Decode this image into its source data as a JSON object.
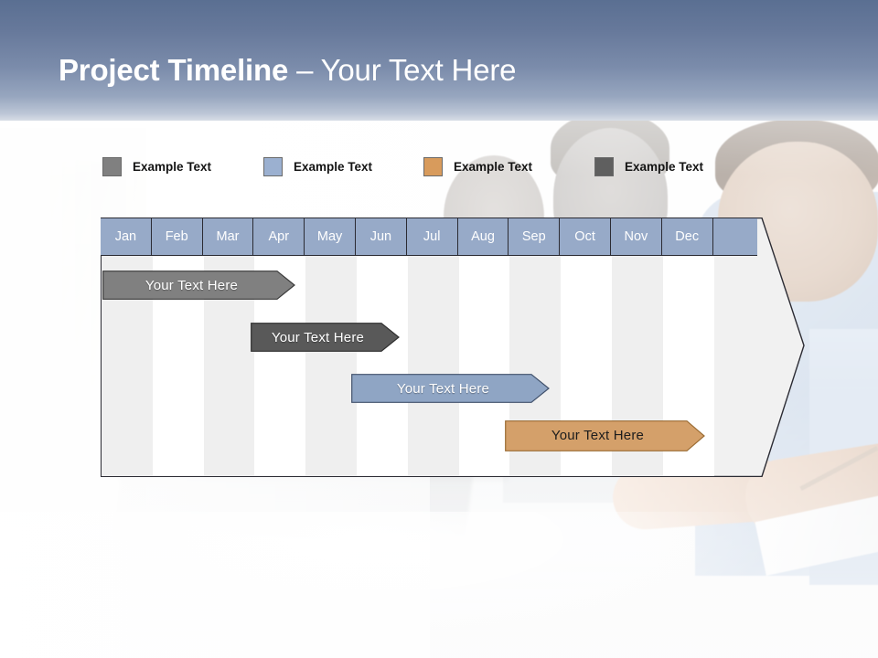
{
  "slide": {
    "title_strong": "Project Timeline",
    "title_light": " – Your Text Here"
  },
  "legend": {
    "items": [
      {
        "label": "Example Text",
        "color": "#808080",
        "icon": "legend-swatch-icon"
      },
      {
        "label": "Example Text",
        "color": "#9BB0D0",
        "icon": "legend-swatch-icon"
      },
      {
        "label": "Example Text",
        "color": "#D89B5C",
        "icon": "legend-swatch-icon"
      },
      {
        "label": "Example Text",
        "color": "#5F5F5F",
        "icon": "legend-swatch-icon"
      }
    ]
  },
  "chart_data": {
    "type": "bar",
    "title": "Project Timeline",
    "categories": [
      "Jan",
      "Feb",
      "Mar",
      "Apr",
      "May",
      "Jun",
      "Jul",
      "Aug",
      "Sep",
      "Oct",
      "Nov",
      "Dec"
    ],
    "xlabel": "",
    "ylabel": "",
    "grid": true,
    "legend_position": "top",
    "series": [
      {
        "name": "Your  Text Here",
        "start_month": "Jan",
        "end_month": "Apr",
        "start": 0.04,
        "span": 3.78,
        "row": 0,
        "color": "#808080",
        "border": "#3A3A3A",
        "text_color": "#FFFFFF"
      },
      {
        "name": "Your  Text Here",
        "start_month": "Apr",
        "end_month": "Jun",
        "start": 2.94,
        "span": 2.92,
        "row": 1,
        "color": "#595959",
        "border": "#2E2E2E",
        "text_color": "#FFFFFF"
      },
      {
        "name": "Your  Text Here",
        "start_month": "Jun",
        "end_month": "Sep",
        "start": 4.91,
        "span": 3.89,
        "row": 2,
        "color": "#8FA5C4",
        "border": "#41516B",
        "text_color": "#FFFFFF"
      },
      {
        "name": "Your  Text Here",
        "start_month": "Sep",
        "end_month": "Dec",
        "start": 7.92,
        "span": 3.92,
        "row": 3,
        "color": "#D4A06A",
        "border": "#9A6B32",
        "text_color": "#1D1D1D"
      }
    ]
  },
  "bars": [
    {
      "label": "Your  Text Here"
    },
    {
      "label": "Your  Text Here"
    },
    {
      "label": "Your  Text Here"
    },
    {
      "label": "Your  Text Here"
    }
  ]
}
